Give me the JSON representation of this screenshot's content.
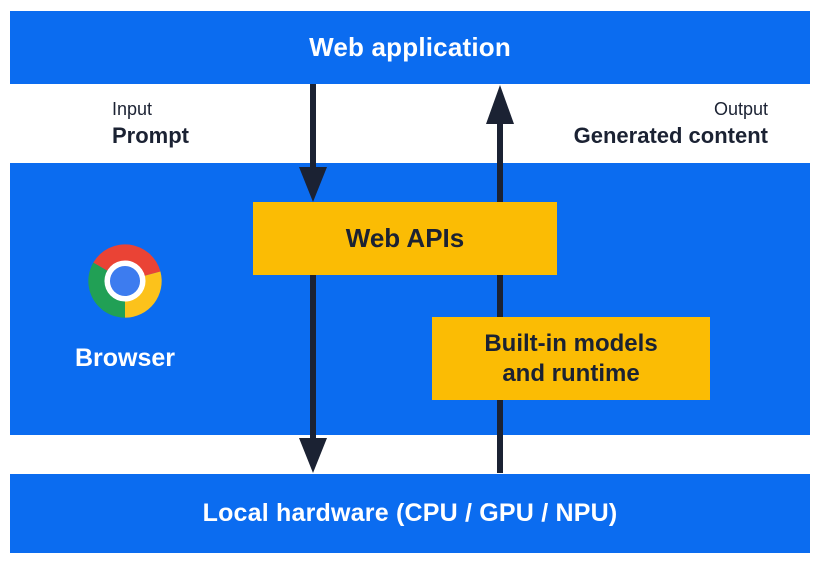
{
  "colors": {
    "blue": "#0b6cf0",
    "yellow": "#fbbc04",
    "navy": "#1b2233",
    "white": "#ffffff",
    "chrome_red": "#ea4335",
    "chrome_yellow": "#fcc21b",
    "chrome_green": "#21a055",
    "chrome_blue": "#3d7cef"
  },
  "top_bar": {
    "label": "Web application"
  },
  "io_labels": {
    "input": {
      "kind": "Input",
      "value": "Prompt"
    },
    "output": {
      "kind": "Output",
      "value": "Generated content"
    }
  },
  "browser_section": {
    "browser_label": "Browser",
    "web_apis_label": "Web APIs",
    "builtin_line1": "Built-in models",
    "builtin_line2": "and runtime"
  },
  "bottom_bar": {
    "label": "Local hardware (CPU / GPU / NPU)"
  },
  "icons": {
    "chrome_logo": "chrome-logo-icon",
    "down_arrow": "down-arrow",
    "up_arrow": "up-arrow"
  }
}
